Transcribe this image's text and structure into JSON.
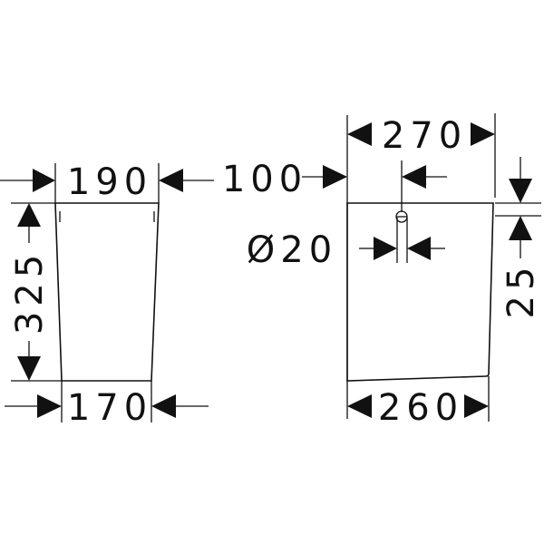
{
  "front_view": {
    "top_width": "190",
    "bottom_width": "170",
    "height": "325"
  },
  "side_view": {
    "top_depth": "270",
    "bottom_depth": "260",
    "hole_offset": "100",
    "hole_diameter": "Ø20",
    "top_thickness": "25"
  },
  "colors": {
    "line": "#111111",
    "background": "#ffffff"
  }
}
